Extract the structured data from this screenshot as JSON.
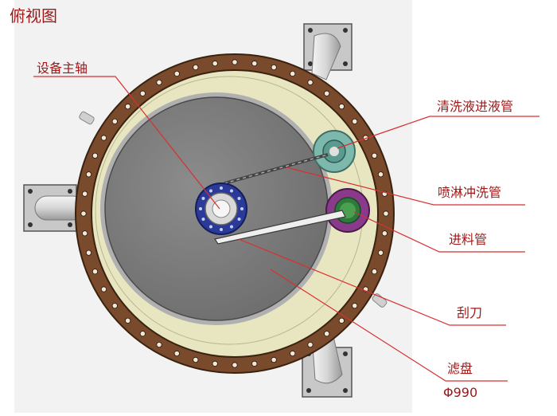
{
  "title": "俯视图",
  "labels": {
    "spindle": "设备主轴",
    "rinse_inlet": "清洗液进液管",
    "spray_pipe": "喷淋冲洗管",
    "feed_pipe": "进料管",
    "scraper": "刮刀",
    "filter_disc": "滤盘",
    "diameter": "Φ990"
  },
  "colors": {
    "label_text": "#a01818",
    "leader_line": "#d83030",
    "flange": "#7a4a2c",
    "vessel_interior": "#e8e6c0",
    "filter_disc": "#7c7c7c",
    "rinse_inlet_ring": "#7db8ac",
    "feed_ring": "#8a3a8a",
    "spindle_ring": "#2a3a9a",
    "nozzle_plate": "#c8c8c8"
  }
}
